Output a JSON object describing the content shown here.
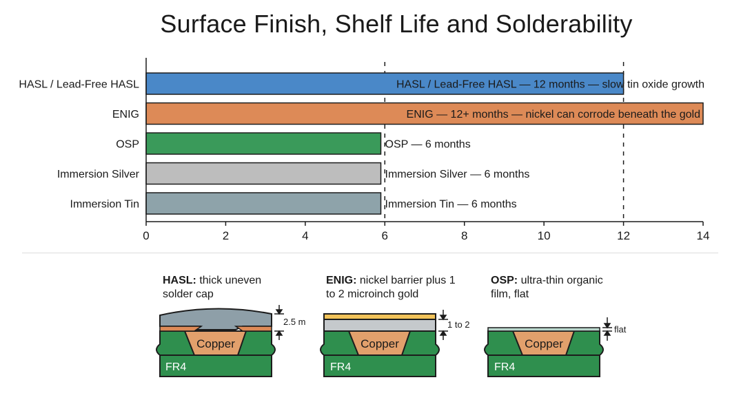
{
  "title": "Surface Finish, Shelf Life and Solderability",
  "colors": {
    "hasl": "#4a88c8",
    "enig": "#dd8a57",
    "osp": "#3a9a5a",
    "silver": "#bdbdbd",
    "tin": "#8ea3aa",
    "fr4": "#2f8f4e",
    "copper": "#e2a06c",
    "gold": "#f2c35a",
    "nickel": "#c5c9cc",
    "solder": "#8e9fa8",
    "osp_film": "#b9d6cc"
  },
  "chart_data": {
    "type": "bar",
    "orientation": "horizontal",
    "categories": [
      "HASL / Lead-Free HASL",
      "ENIG",
      "OSP",
      "Immersion Silver",
      "Immersion Tin"
    ],
    "values": [
      12,
      14,
      5.9,
      5.9,
      5.9
    ],
    "data_labels": [
      "HASL / Lead-Free HASL — 12 months — slow tin oxide growth",
      "ENIG — 12+ months — nickel can corrode beneath the gold",
      "OSP — 6 months",
      "Immersion Silver — 6 months",
      "Immersion Tin — 6 months"
    ],
    "xlim": [
      0,
      14
    ],
    "xticks": [
      0,
      2,
      4,
      6,
      8,
      10,
      12,
      14
    ],
    "reference_lines": [
      6,
      12
    ],
    "grid": false
  },
  "diagrams": [
    {
      "key": "hasl",
      "caption_bold": "HASL:",
      "caption_rest": " thick uneven solder cap",
      "base_label": "FR4",
      "copper_label": "Copper",
      "dimension_label": "2.5 m"
    },
    {
      "key": "enig",
      "caption_bold": "ENIG:",
      "caption_rest": " nickel barrier plus 1 to 2 microinch gold",
      "base_label": "FR4",
      "copper_label": "Copper",
      "dimension_label": "1 to 2"
    },
    {
      "key": "osp",
      "caption_bold": "OSP:",
      "caption_rest": " ultra-thin organic film, flat",
      "base_label": "FR4",
      "copper_label": "Copper",
      "dimension_label": "flat"
    }
  ]
}
